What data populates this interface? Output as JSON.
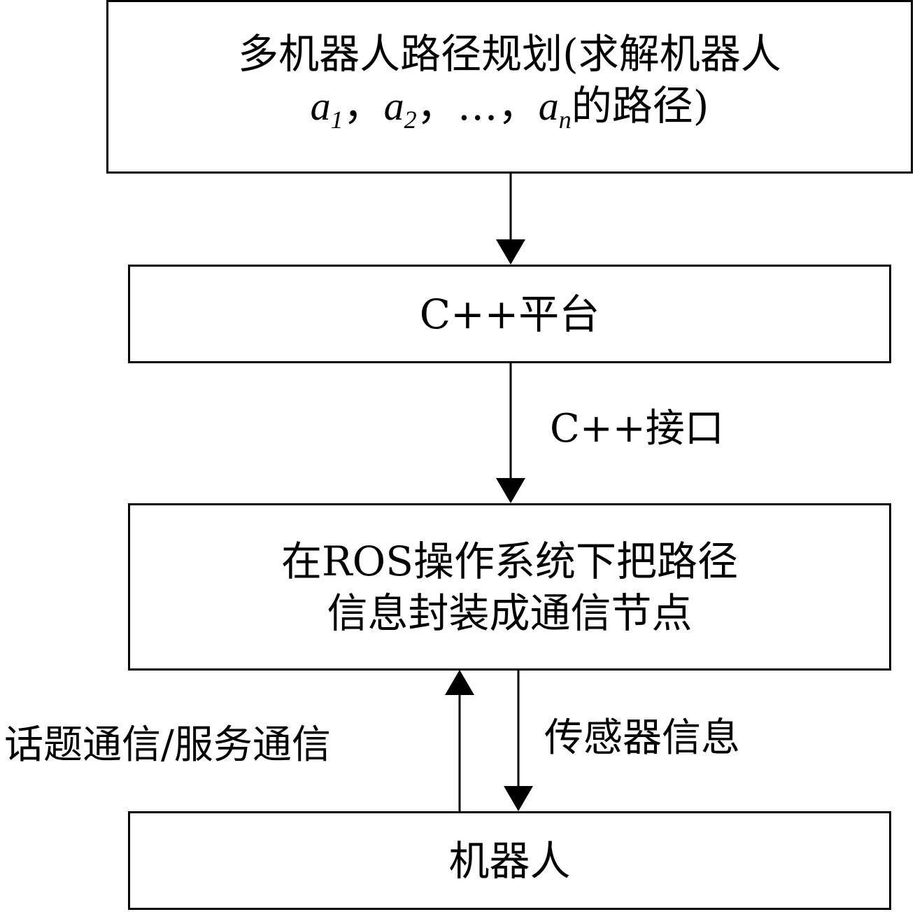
{
  "nodes": {
    "planning": {
      "line1": "多机器人路径规划(求解机器人",
      "robot_1": "a",
      "robot_1_sub": "1",
      "sep1": "，",
      "robot_2": "a",
      "robot_2_sub": "2",
      "sep2": "，",
      "ellipsis": "…",
      "sep3": "，",
      "robot_n": "a",
      "robot_n_sub": "n",
      "line2_tail": "的路径)"
    },
    "cpp_platform": {
      "label": "C++平台"
    },
    "ros_node": {
      "line1": "在ROS操作系统下把路径",
      "line2": "信息封装成通信节点"
    },
    "robot": {
      "label": "机器人"
    }
  },
  "edges": {
    "cpp_interface": {
      "label": "C++接口"
    },
    "topic_service": {
      "label": "话题通信/服务通信"
    },
    "sensor_info": {
      "label": "传感器信息"
    }
  }
}
